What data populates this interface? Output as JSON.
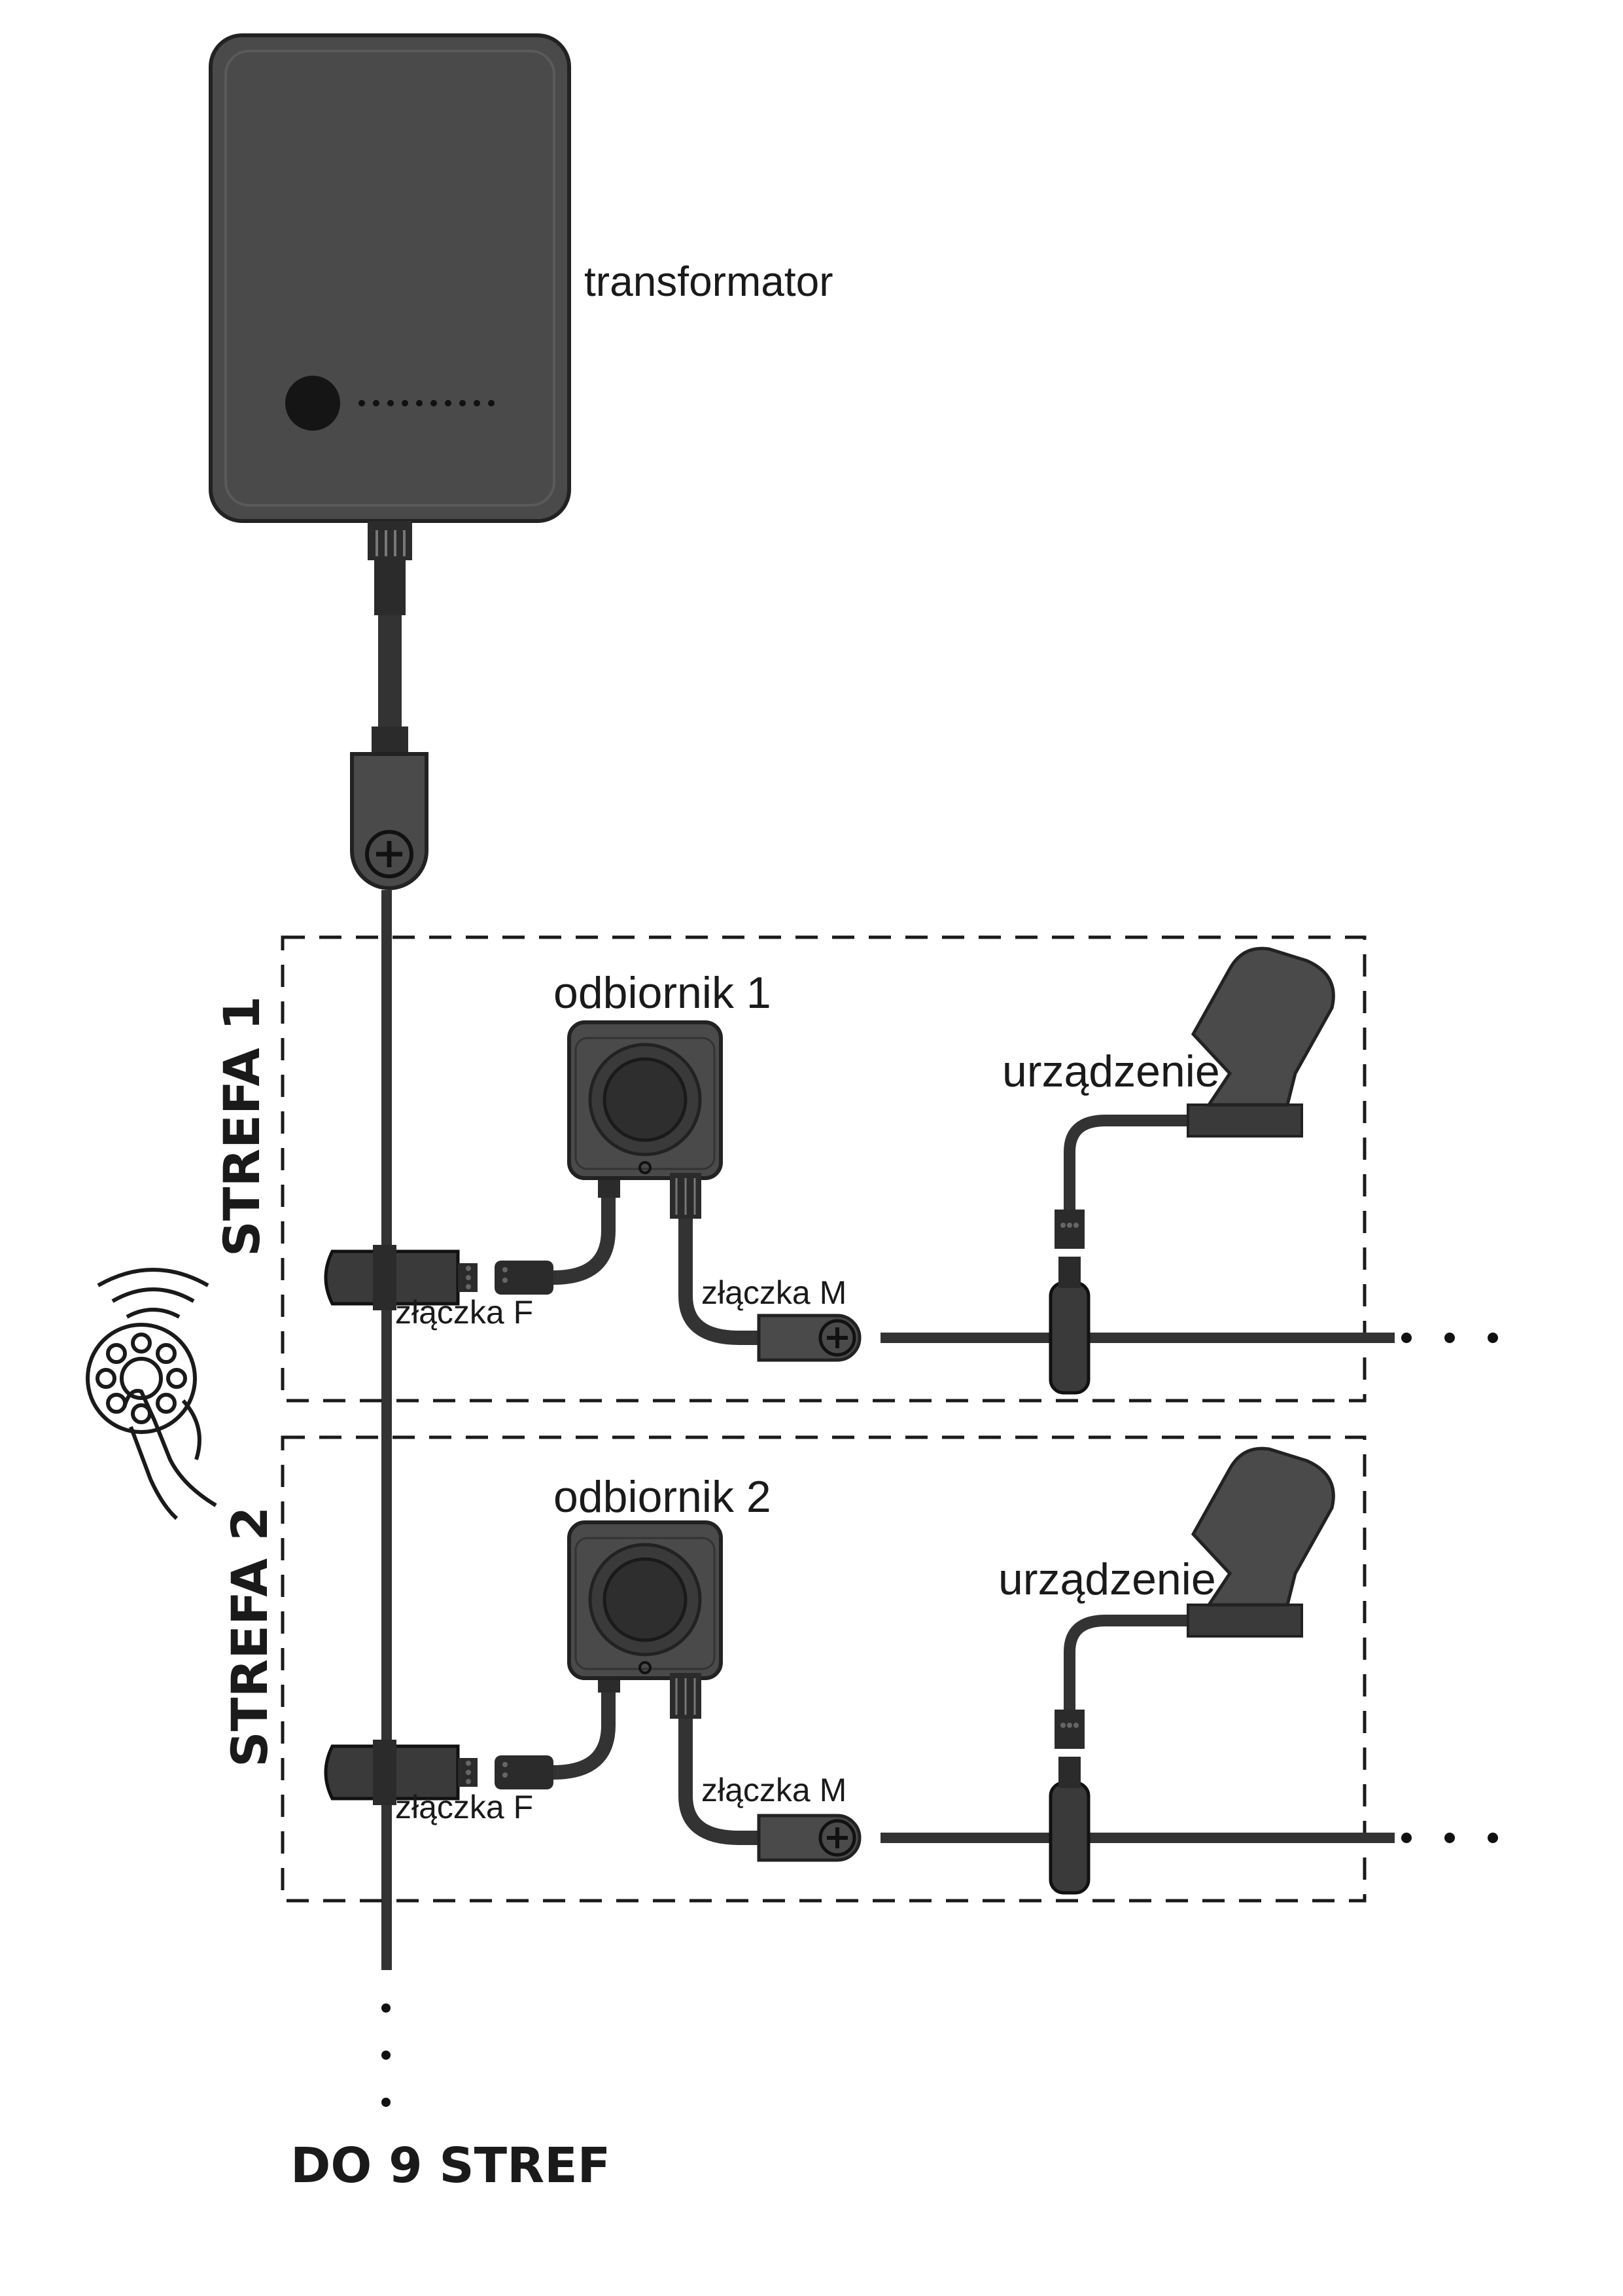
{
  "labels": {
    "transformer": "transformator",
    "receiver_1": "odbiornik 1",
    "receiver_2": "odbiornik 2",
    "device_1": "urządzenie",
    "device_2": "urządzenie",
    "connector_f_1": "złączka F",
    "connector_f_2": "złączka F",
    "connector_m_1": "złączka M",
    "connector_m_2": "złączka M",
    "zone_1": "STREFA 1",
    "zone_2": "STREFA 2",
    "footer": "DO 9 STREF"
  },
  "icons": {
    "remote": "remote-control-hand-icon",
    "plus": "plus-icon"
  },
  "colors": {
    "device_body": "#4a4a4a",
    "device_dark": "#2b2b2b",
    "cable": "#333333",
    "line": "#1a1a1a"
  }
}
